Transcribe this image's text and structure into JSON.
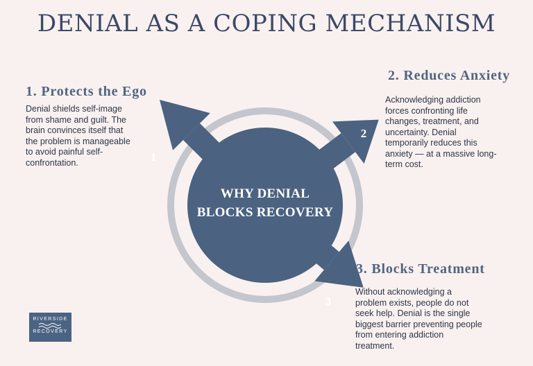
{
  "title": "DENIAL AS A COPING MECHANISM",
  "center": {
    "line1": "WHY DENIAL",
    "line2": "BLOCKS RECOVERY"
  },
  "arrows": [
    {
      "number": "1"
    },
    {
      "number": "2"
    },
    {
      "number": "3"
    }
  ],
  "sections": [
    {
      "title": "1. Protects the Ego",
      "lines": [
        "Denial shields self-image",
        "from shame and guilt. The",
        "brain convinces itself that",
        "the problem is manageable",
        "to avoid painful self-",
        "confrontation."
      ]
    },
    {
      "title": "2. Reduces Anxiety",
      "lines": [
        "Acknowledging addiction",
        "forces confronting life",
        "changes, treatment, and",
        "uncertainty. Denial",
        "temporarily reduces this",
        "anxiety — at a massive long-",
        "term cost."
      ]
    },
    {
      "title": "3. Blocks Treatment",
      "lines": [
        "Without acknowledging a",
        "problem exists, people do not",
        "seek help. Denial is the single",
        "biggest barrier preventing people",
        "from entering addiction",
        "treatment."
      ]
    }
  ],
  "logo": {
    "line1": "RIVERSIDE",
    "line2": "RECOVERY"
  },
  "colors": {
    "background": "#f8f1f0",
    "circle": "#4b6281",
    "ring": "#c3c6cc",
    "heading": "#526480",
    "title": "#3d4866"
  }
}
